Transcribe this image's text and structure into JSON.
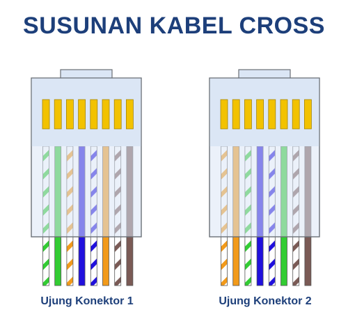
{
  "title": "SUSUNAN KABEL CROSS",
  "colors": {
    "title": "#1d3f7a",
    "label": "#1d3f7a",
    "body": "#dbe6f5",
    "body_stroke": "#6a6f76",
    "pin": "#f2c200",
    "pin_stroke": "#a88600"
  },
  "wire_colors": {
    "green": "#33cc33",
    "orange": "#f29a1a",
    "blue": "#2010dd",
    "brown": "#7a5a55"
  },
  "connectors": [
    {
      "label": "Ujung Konektor 1",
      "wires": [
        {
          "color": "green",
          "striped": true
        },
        {
          "color": "green",
          "striped": false
        },
        {
          "color": "orange",
          "striped": true
        },
        {
          "color": "blue",
          "striped": false
        },
        {
          "color": "blue",
          "striped": true
        },
        {
          "color": "orange",
          "striped": false
        },
        {
          "color": "brown",
          "striped": true
        },
        {
          "color": "brown",
          "striped": false
        }
      ]
    },
    {
      "label": "Ujung Konektor 2",
      "wires": [
        {
          "color": "orange",
          "striped": true
        },
        {
          "color": "orange",
          "striped": false
        },
        {
          "color": "green",
          "striped": true
        },
        {
          "color": "blue",
          "striped": false
        },
        {
          "color": "blue",
          "striped": true
        },
        {
          "color": "green",
          "striped": false
        },
        {
          "color": "brown",
          "striped": true
        },
        {
          "color": "brown",
          "striped": false
        }
      ]
    }
  ]
}
